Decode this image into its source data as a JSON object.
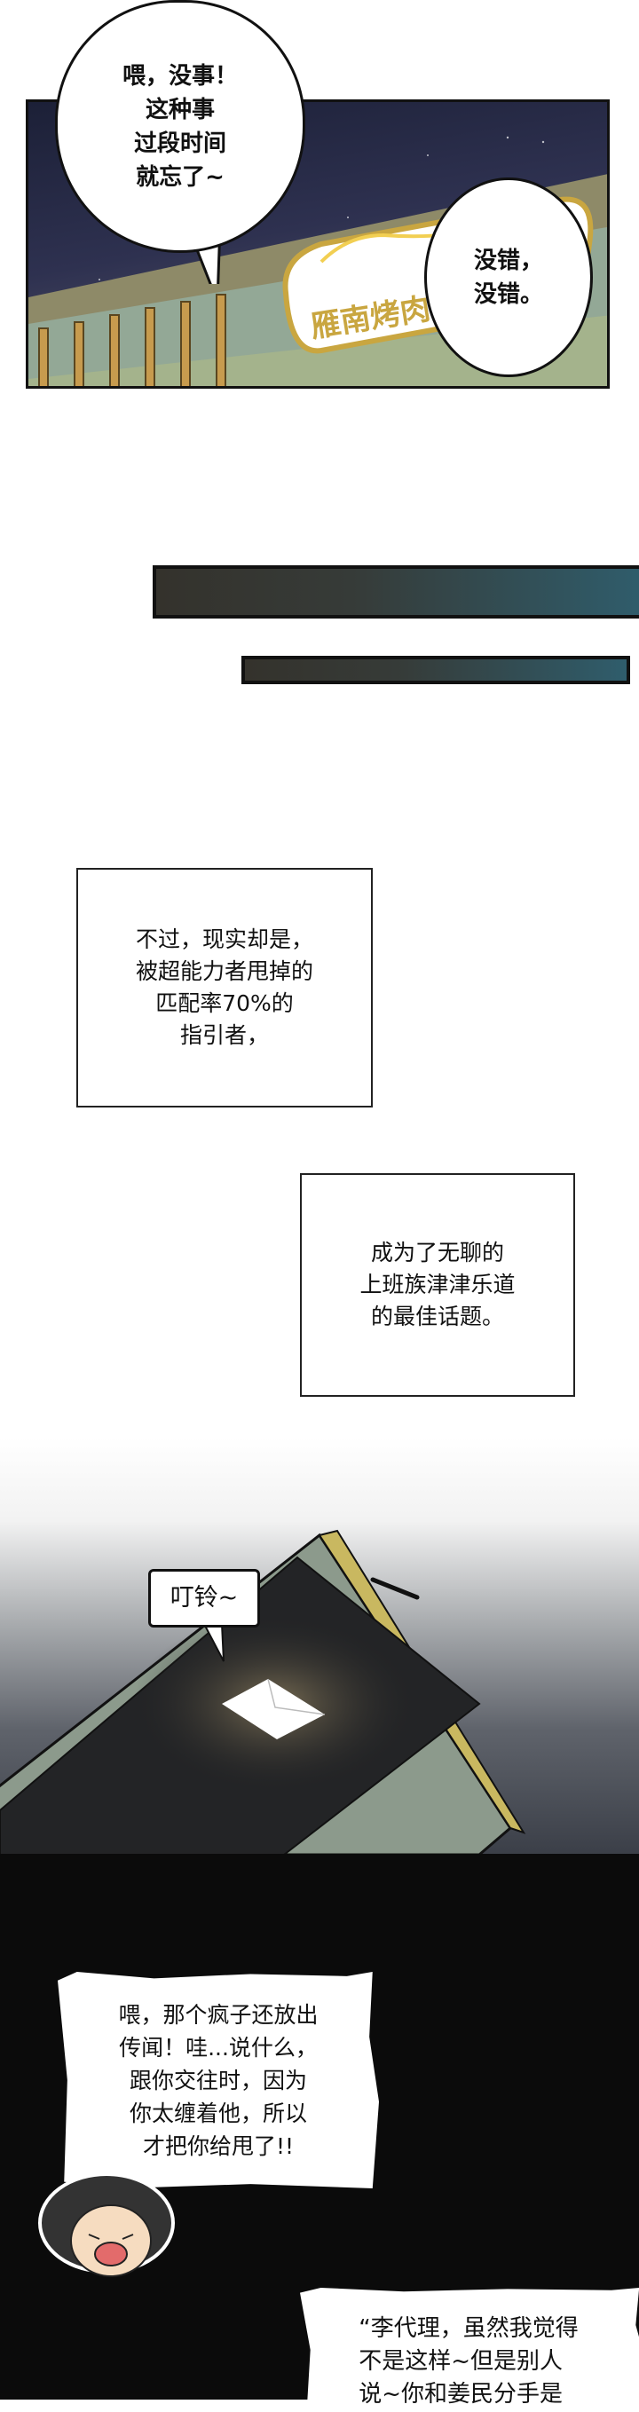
{
  "panel1": {
    "bubble_left": [
      "喂，没事！",
      "这种事",
      "过段时间",
      "就忘了~"
    ],
    "bubble_right": [
      "没错，",
      "没错。"
    ],
    "sign_text": "雁南烤肉屋"
  },
  "narration1": [
    "不过，现实却是，",
    "被超能力者甩掉的",
    "匹配率70%的",
    "指引者，"
  ],
  "narration2": [
    "成为了无聊的",
    "上班族津津乐道",
    "的最佳话题。"
  ],
  "phone_panel": {
    "sfx": "叮铃~",
    "icon": "envelope-icon"
  },
  "dark_panel": {
    "shout": [
      "喂，那个疯子还放出",
      "传闻！哇...说什么，",
      "跟你交往时，因为",
      "你太缠着他，所以",
      "才把你给甩了!!"
    ],
    "quote": [
      "“李代理，虽然我觉得",
      "不是这样~但是别人",
      "说~你和姜民分手是"
    ]
  },
  "colors": {
    "night_sky": "#2e3150",
    "sign_gold": "#c9a640",
    "sign_red": "#e25a2a",
    "bar_teal": "#2f5d6c",
    "dark_bg": "#0b0b0b"
  }
}
